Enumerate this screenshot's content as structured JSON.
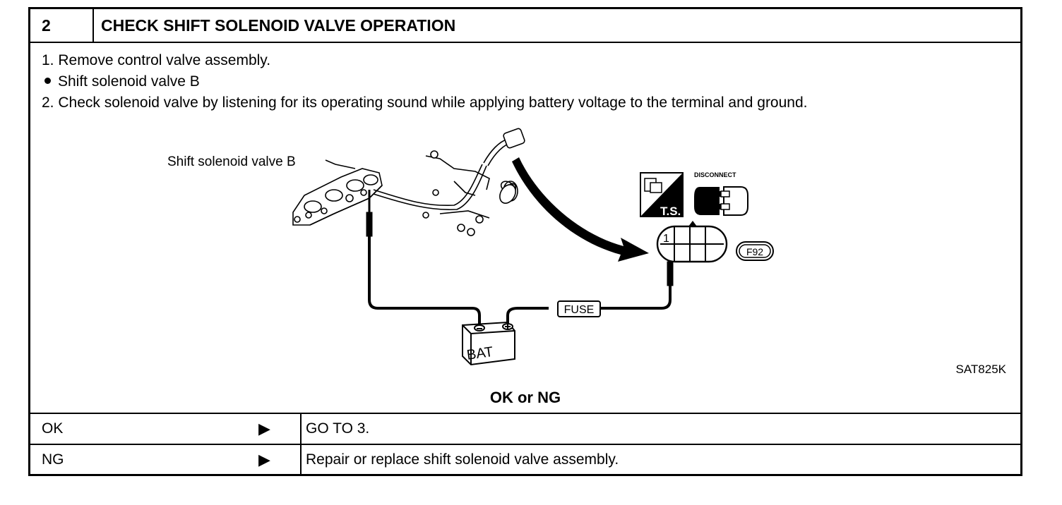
{
  "header": {
    "number": "2",
    "title": "CHECK SHIFT SOLENOID VALVE OPERATION"
  },
  "steps": [
    "1.  Remove control valve assembly.",
    "Shift solenoid valve B",
    "2.  Check solenoid valve by listening for its operating sound while applying battery voltage to the terminal and ground."
  ],
  "figure": {
    "callout": "Shift solenoid valve B",
    "disconnect": "DISCONNECT",
    "ts": "T.S.",
    "terminal": "1",
    "connector": "F92",
    "fuse": "FUSE",
    "battery": "BAT",
    "code": "SAT825K"
  },
  "prompt": "OK or NG",
  "results": [
    {
      "result": "OK",
      "arrow": "▶",
      "action": "GO TO 3."
    },
    {
      "result": "NG",
      "arrow": "▶",
      "action": "Repair or replace shift solenoid valve assembly."
    }
  ]
}
